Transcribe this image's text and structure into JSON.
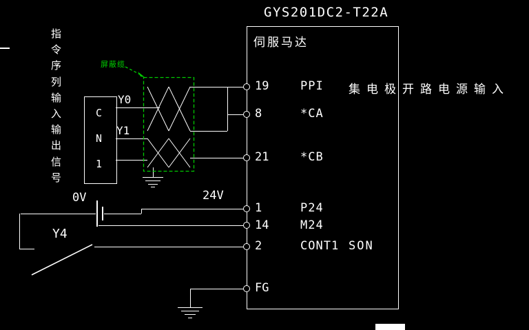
{
  "title": "GYS201DC2-T22A",
  "motor": {
    "label": "伺服马达"
  },
  "left_panel": {
    "vertical_text": "指令序列输入输出信号",
    "connector_label": "CN1"
  },
  "shield": {
    "label": "屏蔽缆"
  },
  "labels": {
    "y0": "Y0",
    "y1": "Y1",
    "zero_v": "0V",
    "v24": "24V",
    "y4": "Y4"
  },
  "pins": [
    {
      "num": "19",
      "name": "PPI",
      "note": "集电极开路电源输入"
    },
    {
      "num": "8",
      "name": "*CA",
      "note": ""
    },
    {
      "num": "21",
      "name": "*CB",
      "note": ""
    },
    {
      "num": "1",
      "name": "P24",
      "note": ""
    },
    {
      "num": "14",
      "name": "M24",
      "note": ""
    },
    {
      "num": "2",
      "name": "CONT1",
      "note": "SON"
    },
    {
      "num": "FG",
      "name": "",
      "note": ""
    }
  ],
  "colors": {
    "background": "#000000",
    "line": "#ffffff",
    "shield": "#00cc00"
  }
}
